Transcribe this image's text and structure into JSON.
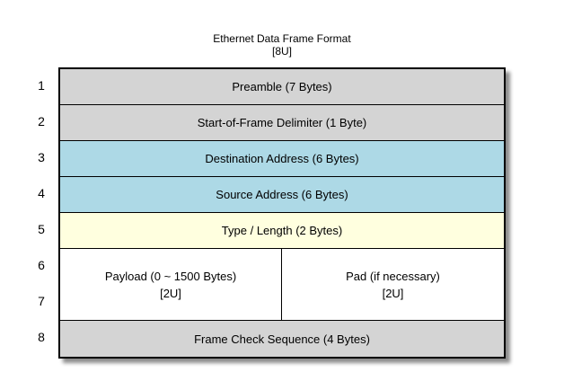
{
  "title": {
    "line1": "Ethernet Data Frame Format",
    "line2": "[8U]"
  },
  "colors": {
    "gray": "#d4d4d4",
    "blue": "#add9e6",
    "yellow": "#ffffdf",
    "white": "#ffffff"
  },
  "rows": [
    {
      "num": "1",
      "label": "Preamble (7 Bytes)",
      "color_key": "gray"
    },
    {
      "num": "2",
      "label": "Start-of-Frame Delimiter (1 Byte)",
      "color_key": "gray"
    },
    {
      "num": "3",
      "label": "Destination Address (6 Bytes)",
      "color_key": "blue"
    },
    {
      "num": "4",
      "label": "Source Address (6 Bytes)",
      "color_key": "blue"
    },
    {
      "num": "5",
      "label": "Type / Length (2 Bytes)",
      "color_key": "yellow"
    },
    {
      "num": "6"
    },
    {
      "num": "7"
    },
    {
      "num": "8",
      "label": "Frame Check Sequence (4 Bytes)",
      "color_key": "gray"
    }
  ],
  "payload_row": {
    "cells": [
      {
        "line1": "Payload (0 ~ 1500 Bytes)",
        "line2": "[2U]"
      },
      {
        "line1": "Pad (if necessary)",
        "line2": "[2U]"
      }
    ]
  }
}
